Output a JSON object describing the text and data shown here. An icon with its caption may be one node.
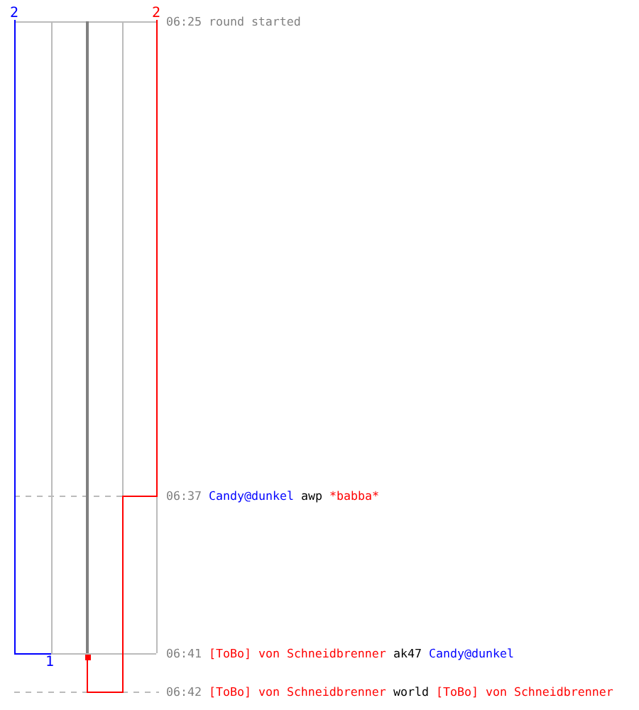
{
  "diagram": {
    "labels": [
      "2",
      "2",
      "06:25 round started",
      "06:37",
      "Candy@dunkel",
      "awp",
      "*babba*",
      "1",
      "06:41",
      "[ToBo] von Schneidbrenner",
      "ak47",
      "Candy@dunkel",
      "06:42",
      "[ToBo] von Schneidbrenner",
      "world",
      "[ToBo] von Schneidbrenner"
    ]
  }
}
